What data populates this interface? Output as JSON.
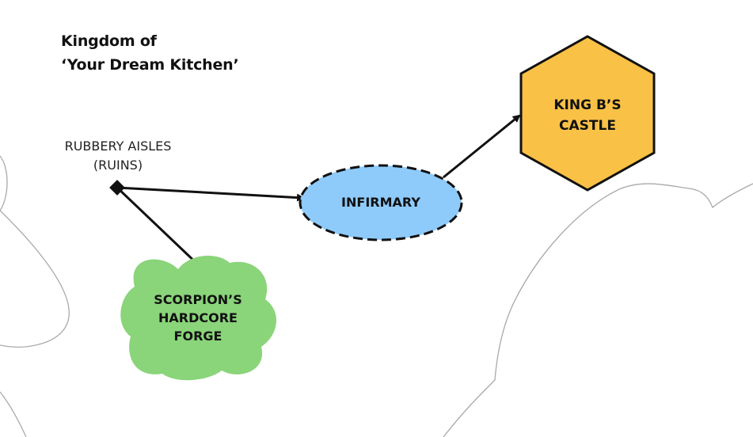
{
  "title": {
    "line1": "Kingdom of",
    "line2": "‘Your Dream Kitchen’"
  },
  "waypoint": {
    "line1": "RUBBERY AISLES",
    "line2": "(RUINS)"
  },
  "nodes": {
    "forge": {
      "line1": "SCORPION’S",
      "line2": "HARDCORE",
      "line3": "FORGE",
      "color": "#8ad47a"
    },
    "infirmary": {
      "label": "INFIRMARY",
      "color": "#8ecbfb"
    },
    "castle": {
      "line1": "KING B’S",
      "line2": "CASTLE",
      "color": "#f9c146"
    }
  },
  "colors": {
    "stroke": "#111111",
    "map_outline": "#a9a9a9"
  }
}
